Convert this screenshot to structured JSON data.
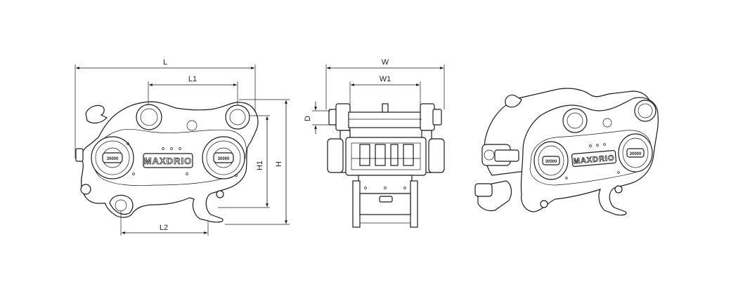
{
  "dimensions": {
    "length": "L",
    "pin_distance": "L1",
    "lower_length": "L2",
    "width": "W",
    "inner_width": "W1",
    "pin_diameter": "D",
    "height": "H",
    "inner_height": "H1"
  },
  "branding": {
    "logo_text": "MAXDRIO",
    "badge_text": "30000"
  },
  "colors": {
    "line": "#1a1a1a",
    "background": "#ffffff"
  }
}
